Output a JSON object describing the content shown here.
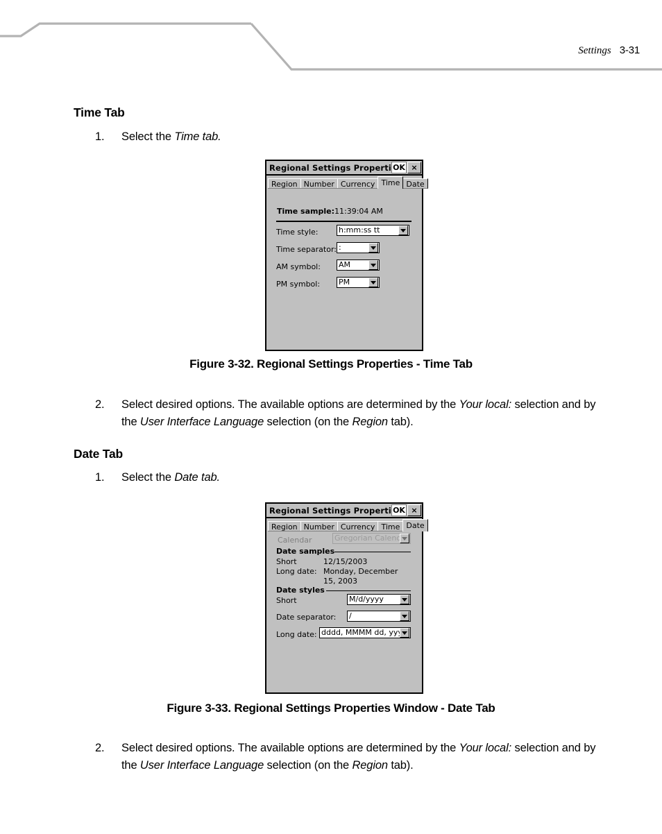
{
  "page": {
    "header_section": "Settings",
    "header_page": "3-31"
  },
  "sections": [
    {
      "heading": "Time Tab",
      "step1_num": "1.",
      "step1_pre": "Select the ",
      "step1_em": "Time tab.",
      "caption": "Figure 3-32.  Regional Settings Properties - Time Tab",
      "step2_num": "2.",
      "step2_a": "Select desired options. The available options are determined by the ",
      "step2_em1": "Your local:",
      "step2_b": " selection and by the ",
      "step2_em2": "User Interface Language",
      "step2_c": " selection (on the ",
      "step2_em3": "Region",
      "step2_d": " tab)."
    },
    {
      "heading": "Date Tab",
      "step1_num": "1.",
      "step1_pre": "Select the ",
      "step1_em": "Date tab.",
      "caption": "Figure 3-33.  Regional Settings Properties Window - Date Tab",
      "step2_num": "2.",
      "step2_a": "Select desired options. The available options are determined by the ",
      "step2_em1": "Your local:",
      "step2_b": " selection and by the ",
      "step2_em2": "User Interface Language",
      "step2_c": " selection (on the ",
      "step2_em3": "Region",
      "step2_d": " tab)."
    }
  ],
  "dialog_time": {
    "title": "Regional Settings Properties",
    "ok_label": "OK",
    "close_label": "×",
    "tabs": [
      {
        "label": "Region",
        "active": false
      },
      {
        "label": "Number",
        "active": false
      },
      {
        "label": "Currency",
        "active": false
      },
      {
        "label": "Time",
        "active": true
      },
      {
        "label": "Date",
        "active": false
      }
    ],
    "sample_label": "Time sample:",
    "sample_value": "11:39:04 AM",
    "fields": [
      {
        "label": "Time style:",
        "value": "h:mm:ss tt"
      },
      {
        "label": "Time separator:",
        "value": ":"
      },
      {
        "label": "AM symbol:",
        "value": "AM"
      },
      {
        "label": "PM symbol:",
        "value": "PM"
      }
    ]
  },
  "dialog_date": {
    "title": "Regional Settings Properties",
    "ok_label": "OK",
    "close_label": "×",
    "tabs": [
      {
        "label": "Region",
        "active": false
      },
      {
        "label": "Number",
        "active": false
      },
      {
        "label": "Currency",
        "active": false
      },
      {
        "label": "Time",
        "active": false
      },
      {
        "label": "Date",
        "active": true
      }
    ],
    "calendar_label": "Calendar",
    "calendar_value": "Gregorian Calendar",
    "samples_group": "Date samples",
    "sample_short_label": "Short",
    "sample_short_value": "12/15/2003",
    "sample_long_label": "Long date:",
    "sample_long_value": "Monday, December 15, 2003",
    "styles_group": "Date styles",
    "style_short_label": "Short",
    "style_short_value": "M/d/yyyy",
    "style_sep_label": "Date separator:",
    "style_sep_value": "/",
    "style_long_label": "Long date:",
    "style_long_value": "dddd, MMMM dd, yyyy"
  }
}
